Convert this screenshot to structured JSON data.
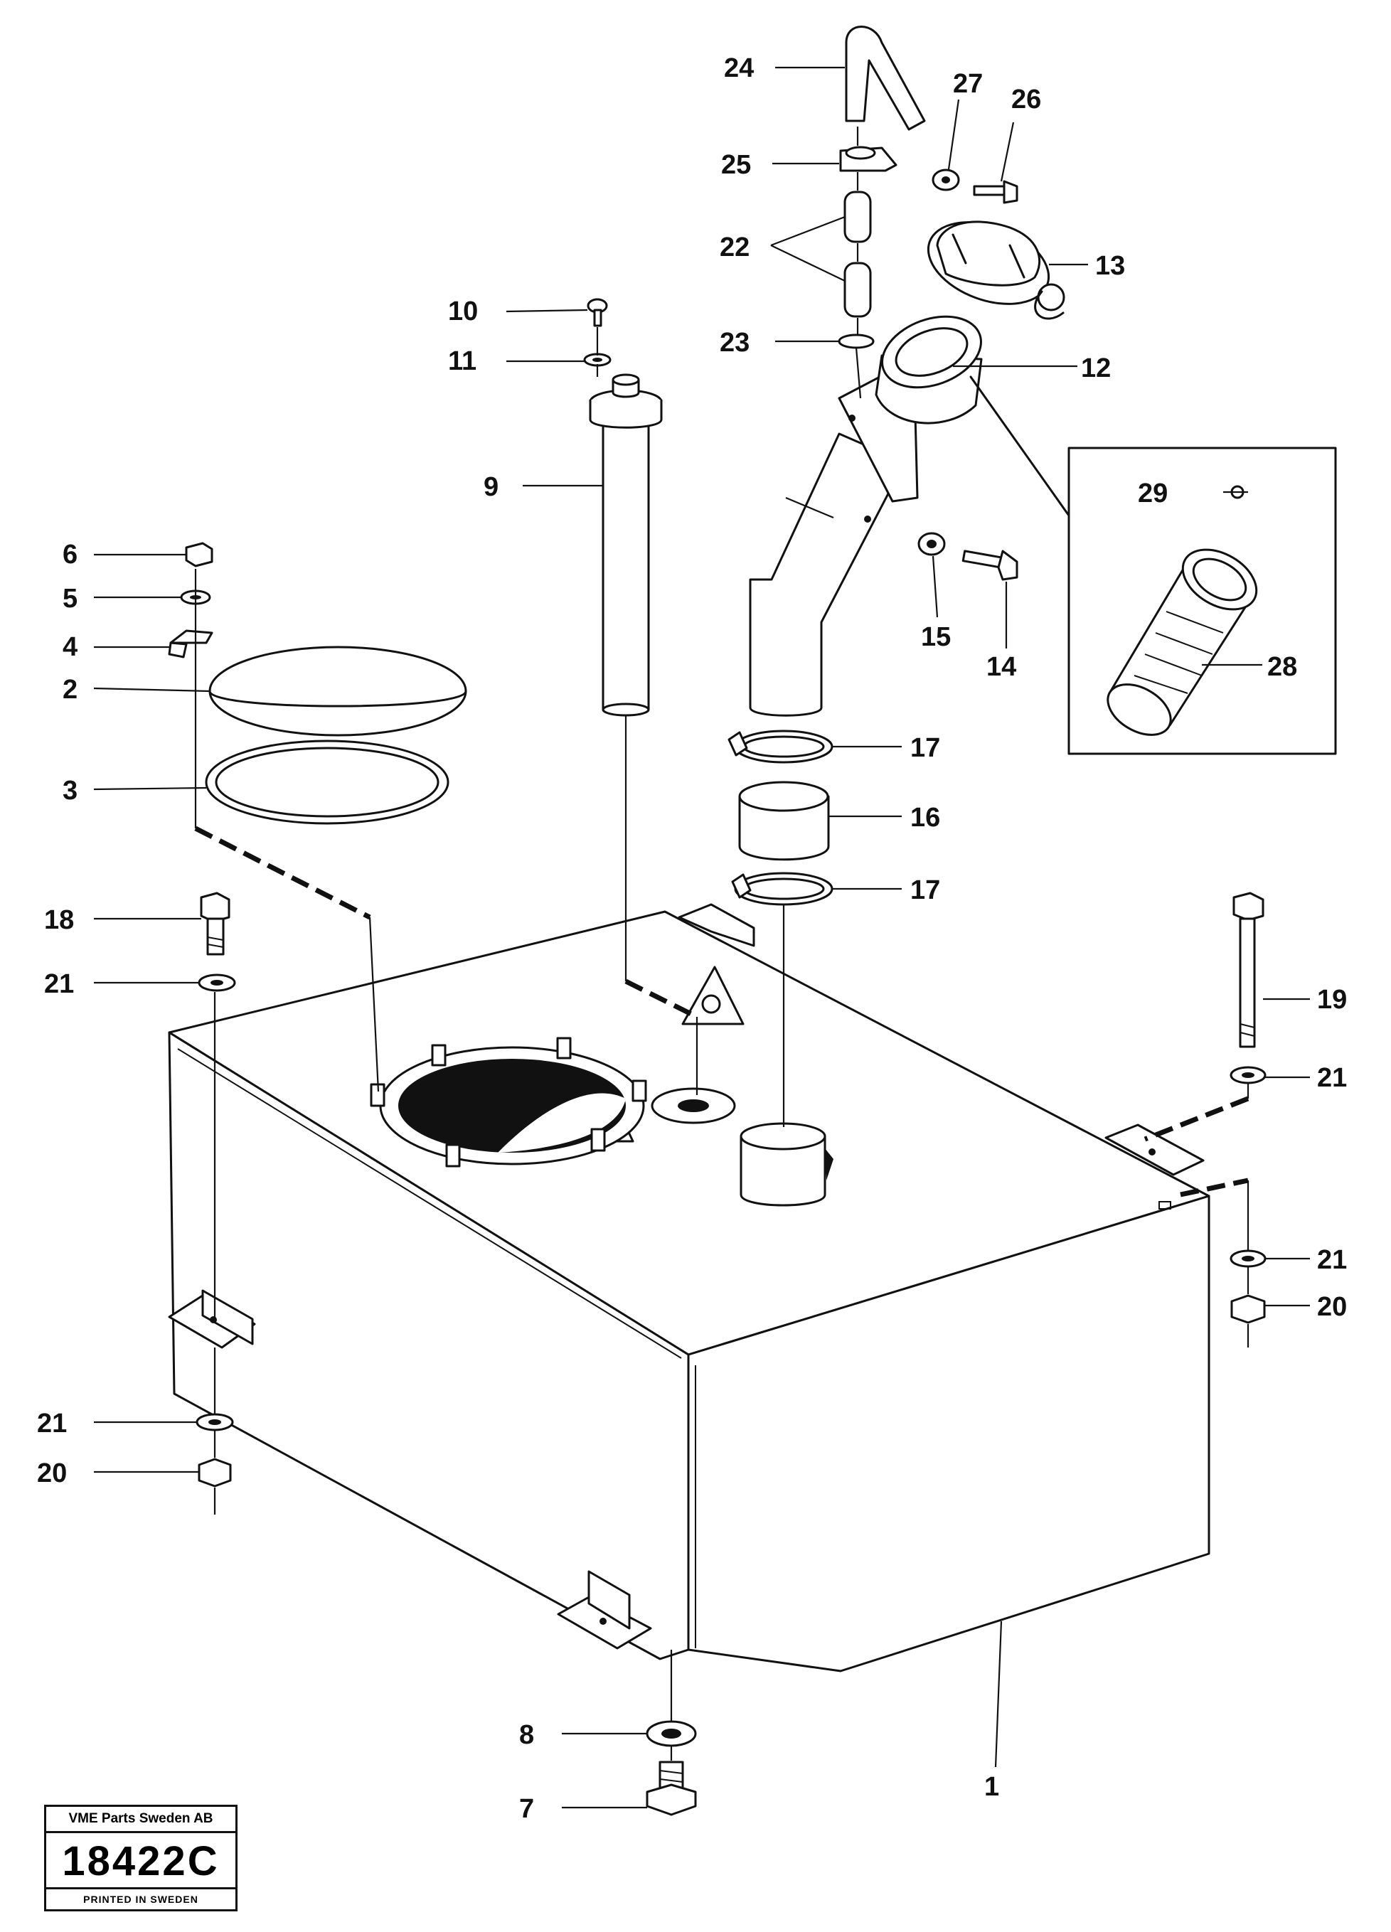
{
  "labels": {
    "l1": "1",
    "l2": "2",
    "l3": "3",
    "l4": "4",
    "l5": "5",
    "l6": "6",
    "l7": "7",
    "l8": "8",
    "l9": "9",
    "l10": "10",
    "l11": "11",
    "l12": "12",
    "l13": "13",
    "l14": "14",
    "l15": "15",
    "l16": "16",
    "l17": "17",
    "l18": "18",
    "l19": "19",
    "l20": "20",
    "l21": "21",
    "l22": "22",
    "l23": "23",
    "l24": "24",
    "l25": "25",
    "l26": "26",
    "l27": "27",
    "l28": "28",
    "l29": "29"
  },
  "stamp": {
    "company": "VME Parts Sweden AB",
    "code": "18422C",
    "printed": "PRINTED IN SWEDEN"
  }
}
